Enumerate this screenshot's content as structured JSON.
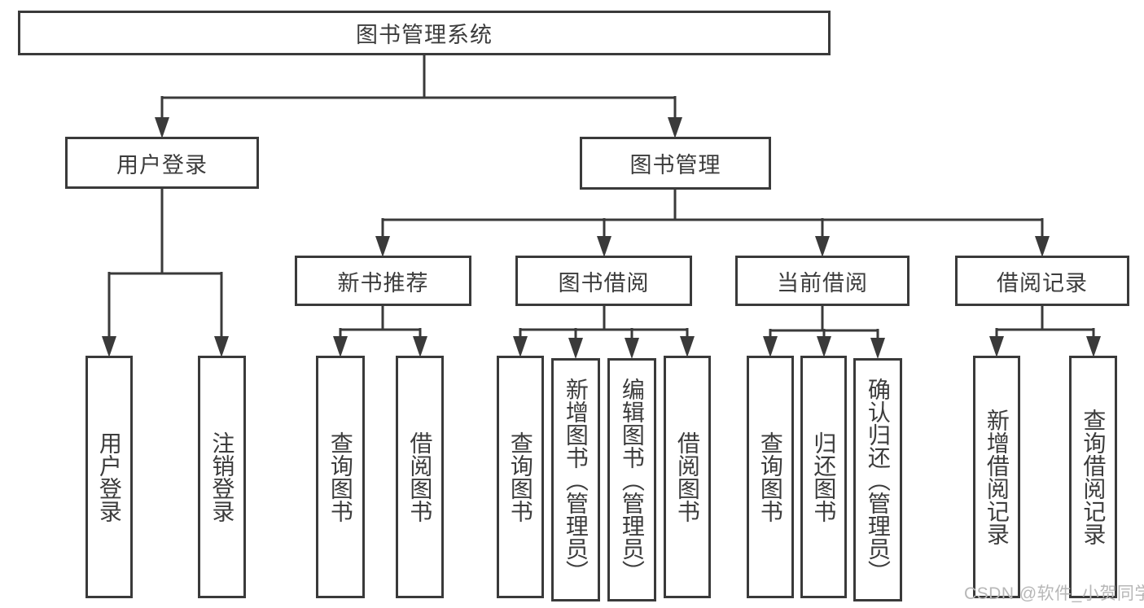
{
  "tree": {
    "label": "图书管理系统",
    "children": [
      {
        "label": "用户登录",
        "children": [
          {
            "label": "用户登录"
          },
          {
            "label": "注销登录"
          }
        ]
      },
      {
        "label": "图书管理",
        "children": [
          {
            "label": "新书推荐",
            "children": [
              {
                "label": "查询图书"
              },
              {
                "label": "借阅图书"
              }
            ]
          },
          {
            "label": "图书借阅",
            "children": [
              {
                "label": "查询图书"
              },
              {
                "label": "新增图书（管理员）"
              },
              {
                "label": "编辑图书（管理员）"
              },
              {
                "label": "借阅图书"
              }
            ]
          },
          {
            "label": "当前借阅",
            "children": [
              {
                "label": "查询图书"
              },
              {
                "label": "归还图书"
              },
              {
                "label": "确认归还（管理员）"
              }
            ]
          },
          {
            "label": "借阅记录",
            "children": [
              {
                "label": "新增借阅记录"
              },
              {
                "label": "查询借阅记录"
              }
            ]
          }
        ]
      }
    ]
  },
  "colors": {
    "line": "#3a3a3a",
    "text": "#3c3c3c",
    "watermark": "#b7b7b7",
    "background": "#ffffff"
  },
  "watermark": {
    "text": "CSDN @软件_小贺同学"
  }
}
